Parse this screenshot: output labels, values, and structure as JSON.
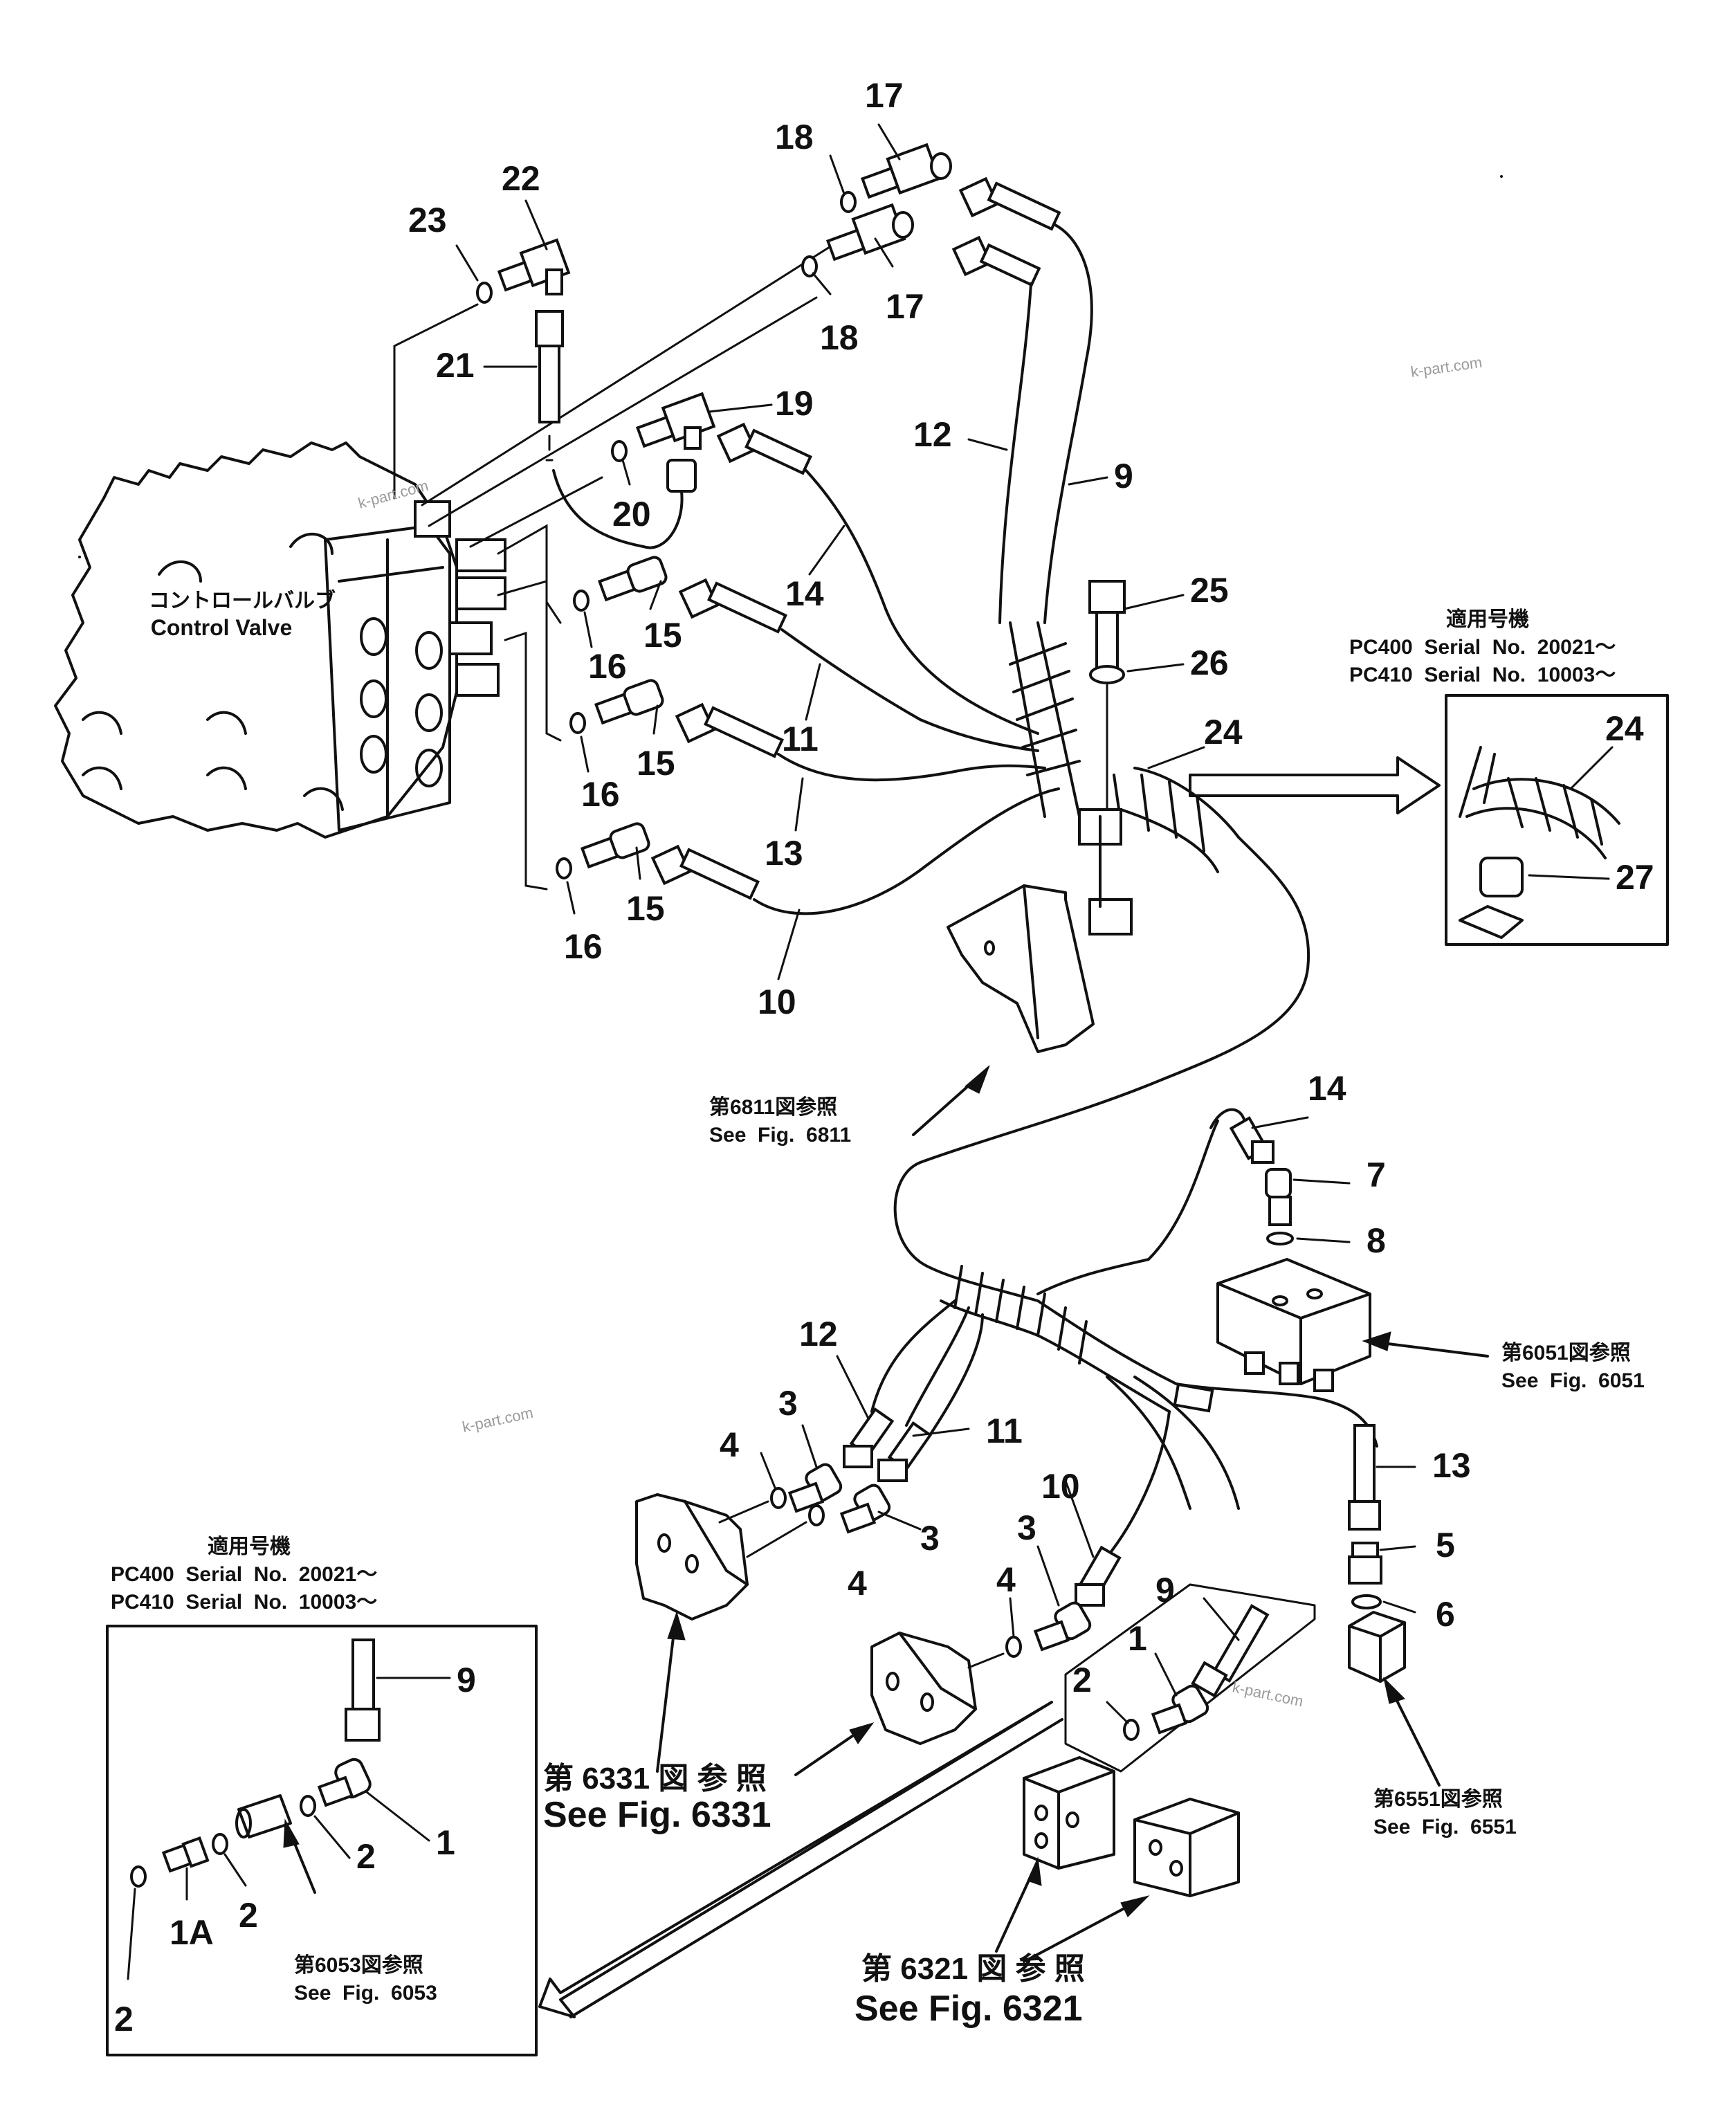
{
  "labels": {
    "n1": "1",
    "n1b": "1",
    "n1a": "1A",
    "n2a": "2",
    "n2b": "2",
    "n2c": "2",
    "n2d": "2",
    "n3a": "3",
    "n3b": "3",
    "n3c": "3",
    "n4a": "4",
    "n4b": "4",
    "n4c": "4",
    "n5": "5",
    "n6": "6",
    "n7": "7",
    "n8": "8",
    "n9a": "9",
    "n9b": "9",
    "n9c": "9",
    "n10a": "10",
    "n10b": "10",
    "n11a": "11",
    "n11b": "11",
    "n12a": "12",
    "n12b": "12",
    "n13a": "13",
    "n13b": "13",
    "n14a": "14",
    "n14b": "14",
    "n15a": "15",
    "n15b": "15",
    "n15c": "15",
    "n16a": "16",
    "n16b": "16",
    "n16c": "16",
    "n17a": "17",
    "n17b": "17",
    "n18a": "18",
    "n18b": "18",
    "n19": "19",
    "n20": "20",
    "n21": "21",
    "n22": "22",
    "n23": "23",
    "n24a": "24",
    "n24b": "24",
    "n25": "25",
    "n26": "26",
    "n27": "27"
  },
  "control_valve": {
    "jp": "コントロールバルブ",
    "en": "Control Valve"
  },
  "serial_box_top": {
    "title": "適用号機",
    "row1": "PC400  Serial  No.  20021～",
    "row2": "PC410  Serial  No.  10003～"
  },
  "serial_box_bottom": {
    "title": "適用号機",
    "row1": "PC400  Serial  No.  20021～",
    "row2": "PC410  Serial  No.  10003～"
  },
  "refs": {
    "fig6811": {
      "jp": "第6811図参照",
      "en": "See  Fig.  6811"
    },
    "fig6051": {
      "jp": "第6051図参照",
      "en": "See  Fig.  6051"
    },
    "fig6551": {
      "jp": "第6551図参照",
      "en": "See  Fig.  6551"
    },
    "fig6053": {
      "jp": "第6053図参照",
      "en": "See  Fig.  6053"
    },
    "fig6331": {
      "jp": "第 6331 図 参 照",
      "en": "See Fig. 6331"
    },
    "fig6321": {
      "jp": "第 6321 図 参 照",
      "en": "See Fig. 6321"
    }
  },
  "watermarks": {
    "w1": "k-part.com",
    "w2": "k-part.com",
    "w3": "k-part.com",
    "w4": "k-part.com"
  },
  "icons": [
    "control-valve",
    "elbow-fitting",
    "o-ring",
    "hose",
    "hose-bundle",
    "spiral-wrap",
    "clamp",
    "bolt",
    "washer",
    "valve-block",
    "arrow"
  ]
}
